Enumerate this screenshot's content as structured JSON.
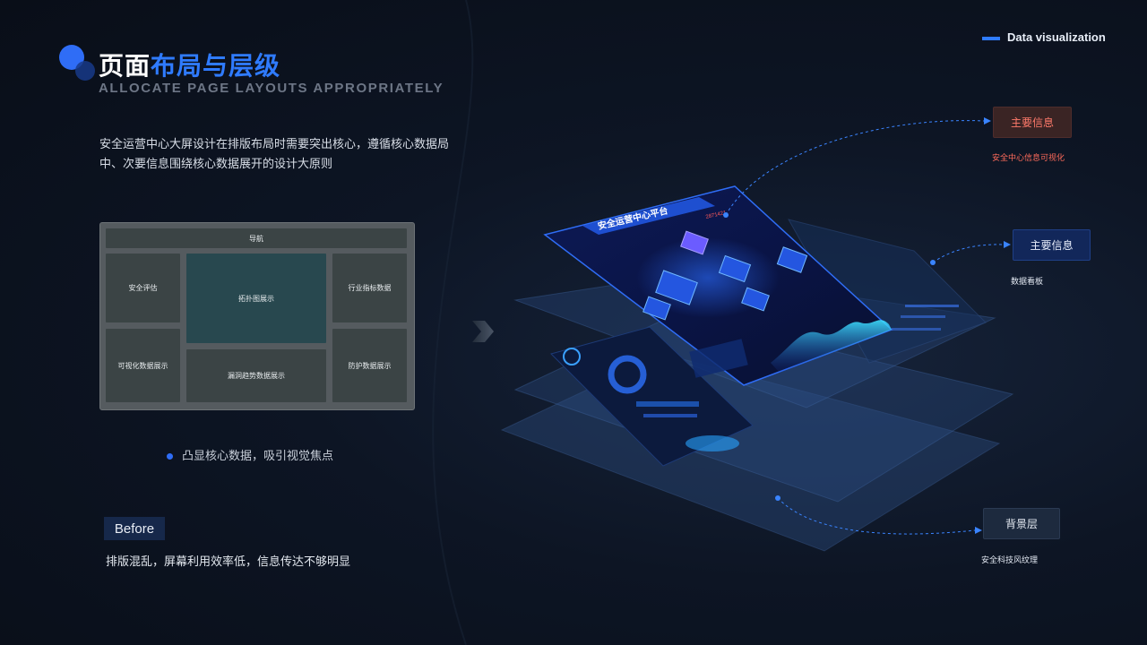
{
  "header": {
    "title_white": "页面",
    "title_blue": "布局与层级",
    "subtitle": "ALLOCATE PAGE LAYOUTS APPROPRIATELY",
    "tag": "Data visualization"
  },
  "description": "安全运营中心大屏设计在排版布局时需要突出核心，遵循核心数据局中、次要信息围绕核心数据展开的设计大原则",
  "wireframe": {
    "nav": "导航",
    "left_top": "安全评估",
    "left_bottom": "可视化数据展示",
    "center_top": "拓扑图展示",
    "center_bottom": "漏洞趋势数据展示",
    "right_top": "行业指标数据",
    "right_bottom": "防护数据展示"
  },
  "bullet": "凸显核心数据，吸引视觉焦点",
  "before": {
    "label": "Before",
    "description": "排版混乱，屏幕利用效率低，信息传达不够明显"
  },
  "dashboard": {
    "title": "安全运营中心平台",
    "counter": "2871421"
  },
  "layers": {
    "primary": {
      "label": "主要信息",
      "sub": "安全中心信息可视化"
    },
    "secondary": {
      "label": "主要信息",
      "sub": "数据看板"
    },
    "background": {
      "label": "背景层",
      "sub": "安全科技风纹理"
    }
  },
  "colors": {
    "accent": "#2f7bff",
    "primary_red": "#ff6b5b",
    "background": "#0d1524"
  }
}
